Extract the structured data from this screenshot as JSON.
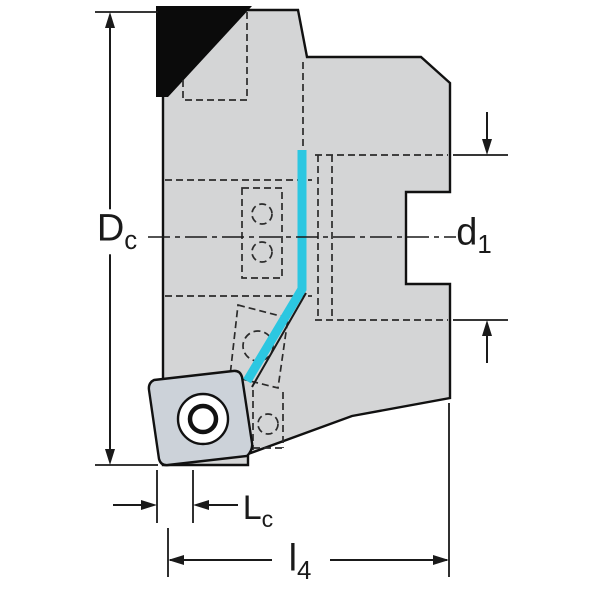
{
  "drawing": {
    "labels": {
      "dc": {
        "main": "D",
        "sub": "c"
      },
      "d1": {
        "main": "d",
        "sub": "1"
      },
      "lc": {
        "main": "L",
        "sub": "c"
      },
      "l4": {
        "main": "l",
        "sub": "4"
      }
    },
    "colors": {
      "body_fill": "#d4d5d6",
      "insert_fill": "#ccd2d9",
      "highlight": "#2cc7e1",
      "line": "#1a1a1a",
      "background": "#ffffff"
    }
  }
}
